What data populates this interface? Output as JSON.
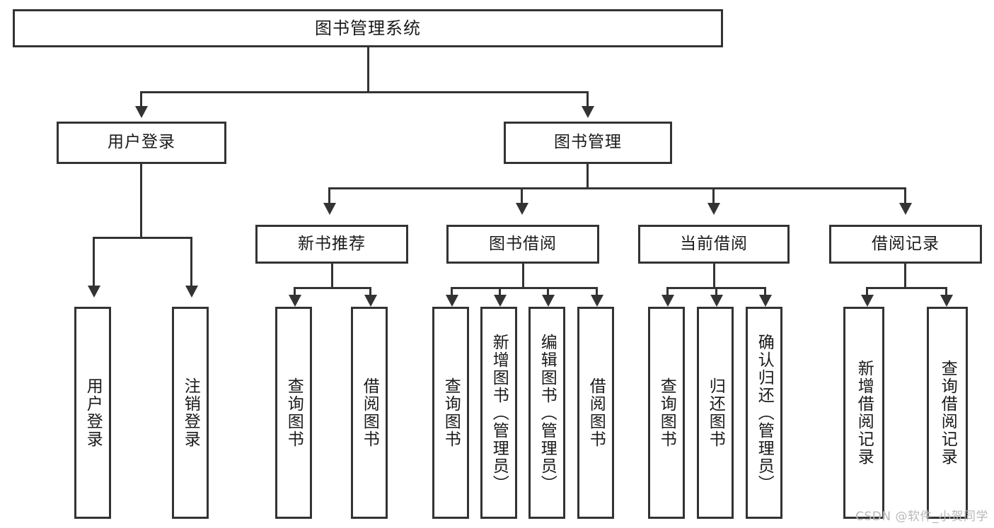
{
  "diagram": {
    "type": "tree",
    "title": "图书管理系统",
    "root": {
      "label": "图书管理系统",
      "children": [
        {
          "label": "用户登录",
          "children": [
            {
              "label": "用户登录",
              "orientation": "vertical"
            },
            {
              "label": "注销登录",
              "orientation": "vertical"
            }
          ]
        },
        {
          "label": "图书管理",
          "children": [
            {
              "label": "新书推荐",
              "children": [
                {
                  "label": "查询图书",
                  "orientation": "vertical"
                },
                {
                  "label": "借阅图书",
                  "orientation": "vertical"
                }
              ]
            },
            {
              "label": "图书借阅",
              "children": [
                {
                  "label": "查询图书",
                  "orientation": "vertical"
                },
                {
                  "label": "新增图书（管理员）",
                  "orientation": "vertical"
                },
                {
                  "label": "编辑图书（管理员）",
                  "orientation": "vertical"
                },
                {
                  "label": "借阅图书",
                  "orientation": "vertical"
                }
              ]
            },
            {
              "label": "当前借阅",
              "children": [
                {
                  "label": "查询图书",
                  "orientation": "vertical"
                },
                {
                  "label": "归还图书",
                  "orientation": "vertical"
                },
                {
                  "label": "确认归还（管理员）",
                  "orientation": "vertical"
                }
              ]
            },
            {
              "label": "借阅记录",
              "children": [
                {
                  "label": "新增借阅记录",
                  "orientation": "vertical"
                },
                {
                  "label": "查询借阅记录",
                  "orientation": "vertical"
                }
              ]
            }
          ]
        }
      ]
    }
  },
  "nodes": {
    "root": "图书管理系统",
    "user_login": "用户登录",
    "book_manage": "图书管理",
    "new_book_rec": "新书推荐",
    "book_borrow": "图书借阅",
    "current_borrow": "当前借阅",
    "borrow_record": "借阅记录",
    "leaf_user_login": "用户登录",
    "leaf_logout": "注销登录",
    "leaf_query_book_1": "查询图书",
    "leaf_borrow_book_1": "借阅图书",
    "leaf_query_book_2": "查询图书",
    "leaf_add_book_admin": "新增图书（管理员）",
    "leaf_edit_book_admin": "编辑图书（管理员）",
    "leaf_borrow_book_2": "借阅图书",
    "leaf_query_book_3": "查询图书",
    "leaf_return_book": "归还图书",
    "leaf_confirm_return_admin": "确认归还（管理员）",
    "leaf_add_record": "新增借阅记录",
    "leaf_query_record": "查询借阅记录"
  },
  "watermark": {
    "text": "CSDN @软件_小贺同学"
  },
  "colors": {
    "stroke": "#333333",
    "fill": "#ffffff",
    "text": "#1a1a1a",
    "watermark": "#b8b8b8"
  }
}
